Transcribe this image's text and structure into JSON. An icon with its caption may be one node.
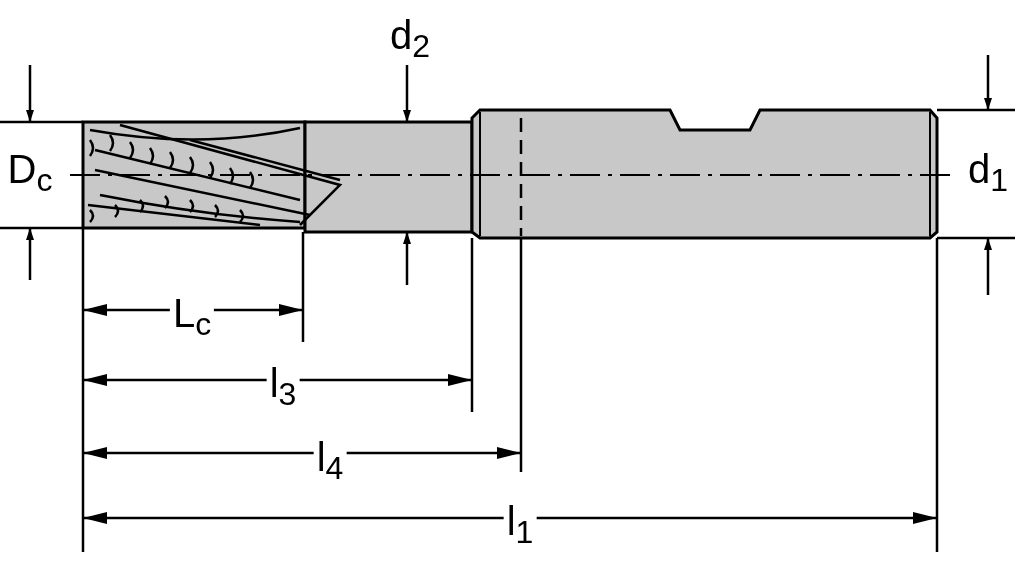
{
  "diagram": {
    "labels": [
      "d$_{2}$",
      "D$_{c}$",
      "d$_{1}$",
      "L$_{c}$",
      "l$_{3}$",
      "l$_{4}$",
      "l$_{1}$"
    ]
  }
}
